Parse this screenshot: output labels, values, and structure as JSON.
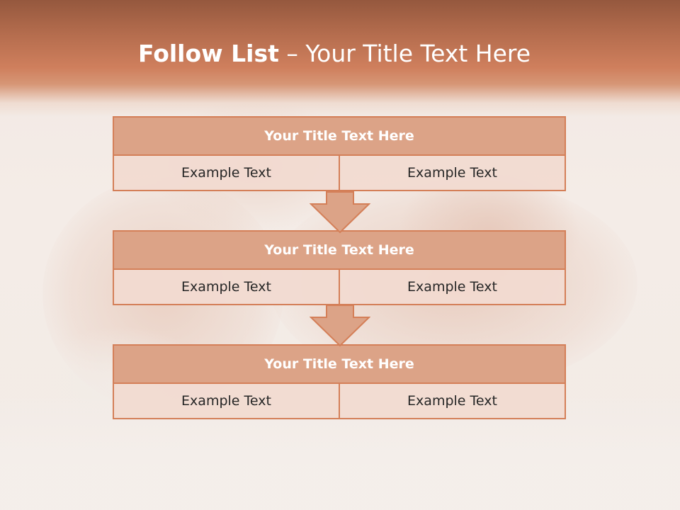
{
  "slide": {
    "title_lead": "Follow List",
    "title_rest": " – Your Title Text Here"
  },
  "steps": [
    {
      "title": "Your Title Text Here",
      "left": "Example Text",
      "right": "Example Text"
    },
    {
      "title": "Your Title Text Here",
      "left": "Example Text",
      "right": "Example Text"
    },
    {
      "title": "Your Title Text Here",
      "left": "Example Text",
      "right": "Example Text"
    }
  ],
  "colors": {
    "header_dark": "#95583e",
    "header_mid": "#cf7f5d",
    "block_fill": "#dca387",
    "block_border": "#d47f58",
    "cell_fill": "#f2dad0",
    "arrow_fill": "#dca387"
  },
  "icons": [
    "down-arrow-icon",
    "down-arrow-icon"
  ]
}
